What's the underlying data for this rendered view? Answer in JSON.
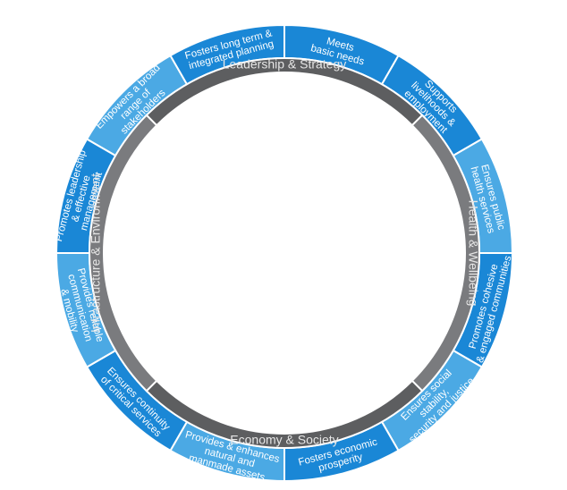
{
  "colors": {
    "dark_blue": "#1a87d6",
    "light_blue": "#4ba9e4",
    "dark_gray": "#5d5e60",
    "mid_gray": "#7a7b7e",
    "divider": "#ffffff"
  },
  "dimensions": [
    {
      "key": "leadership",
      "label": "Leadership & Strategy",
      "tone": "dark_gray"
    },
    {
      "key": "health",
      "label": "Health & Wellbeing",
      "tone": "mid_gray"
    },
    {
      "key": "economy",
      "label": "Economy & Society",
      "tone": "dark_gray"
    },
    {
      "key": "infrastructure",
      "label": "Infrastructure & Environment",
      "tone": "mid_gray"
    }
  ],
  "goals": [
    {
      "key": "meets-basic-needs",
      "lines": [
        "Meets",
        "basic needs"
      ],
      "tone": "dark_blue"
    },
    {
      "key": "supports-livelihoods",
      "lines": [
        "Supports",
        "livelihoods &",
        "employment"
      ],
      "tone": "dark_blue"
    },
    {
      "key": "ensures-public-health",
      "lines": [
        "Ensures public",
        "health services"
      ],
      "tone": "light_blue"
    },
    {
      "key": "promotes-cohesive",
      "lines": [
        "Promotes cohesive",
        "& engaged communities"
      ],
      "tone": "dark_blue"
    },
    {
      "key": "ensures-social-stability",
      "lines": [
        "Ensures social",
        "stability,",
        "security and justice"
      ],
      "tone": "light_blue"
    },
    {
      "key": "fosters-economic",
      "lines": [
        "Fosters economic",
        "prosperity"
      ],
      "tone": "dark_blue"
    },
    {
      "key": "provides-enhances",
      "lines": [
        "Provides & enhances",
        "natural and",
        "manmade assets"
      ],
      "tone": "light_blue"
    },
    {
      "key": "ensures-continuity",
      "lines": [
        "Ensures continuity",
        "of critical services"
      ],
      "tone": "dark_blue"
    },
    {
      "key": "provides-reliable",
      "lines": [
        "Provides reliable",
        "communication",
        "& mobility"
      ],
      "tone": "light_blue"
    },
    {
      "key": "promotes-leadership",
      "lines": [
        "Promotes leadership",
        "& effective",
        "management"
      ],
      "tone": "dark_blue"
    },
    {
      "key": "empowers-stakeholders",
      "lines": [
        "Empowers a broad",
        "range of",
        "stakeholders"
      ],
      "tone": "light_blue"
    },
    {
      "key": "fosters-planning",
      "lines": [
        "Fosters long term &",
        "integrated planning"
      ],
      "tone": "dark_blue"
    }
  ]
}
